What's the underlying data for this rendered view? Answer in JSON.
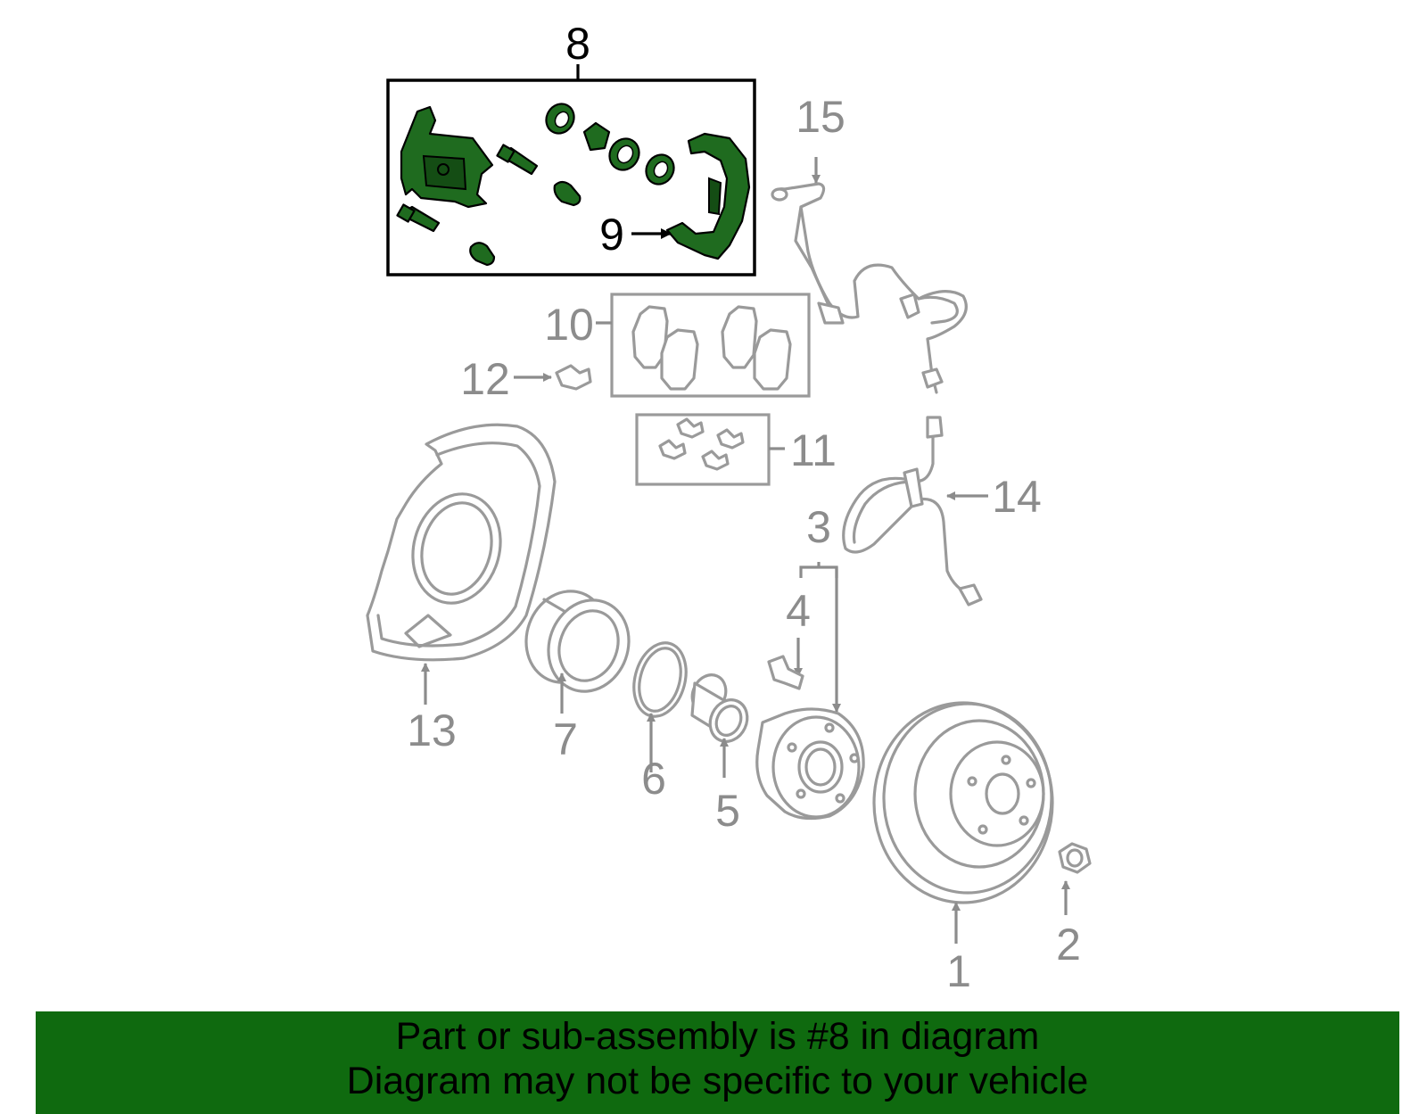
{
  "callouts": {
    "c1": "1",
    "c2": "2",
    "c3": "3",
    "c4": "4",
    "c5": "5",
    "c6": "6",
    "c7": "7",
    "c8": "8",
    "c9": "9",
    "c10": "10",
    "c11": "11",
    "c12": "12",
    "c13": "13",
    "c14": "14",
    "c15": "15"
  },
  "highlight_color": "#0f6a0f",
  "banner": {
    "line1": "Part or sub-assembly is #8 in diagram",
    "line2": "Diagram may not be specific to your vehicle"
  }
}
